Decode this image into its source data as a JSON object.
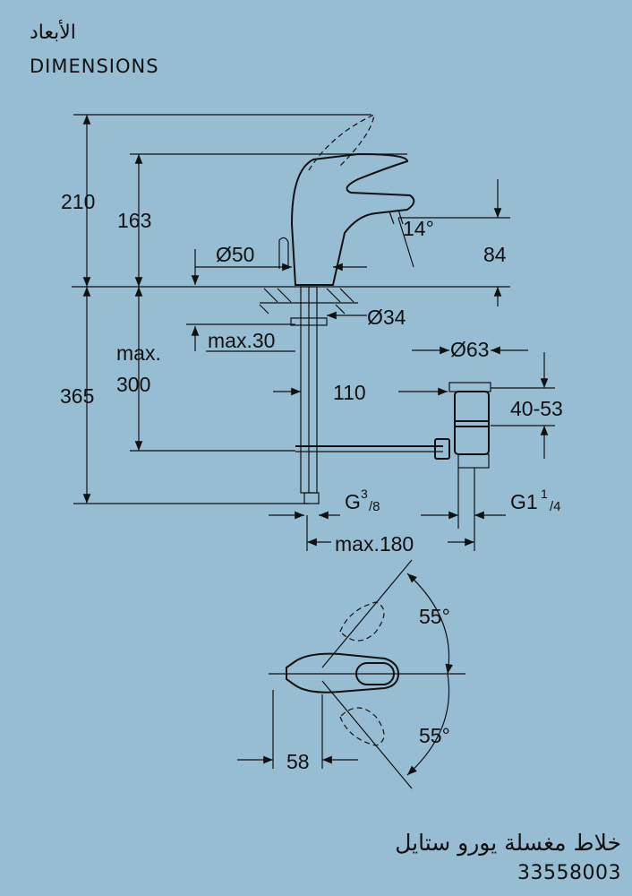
{
  "header": {
    "title_ar": "الأبعاد",
    "title_en": "DIMENSIONS"
  },
  "footer": {
    "product_name_ar": "خلاط مغسلة يورو ستايل",
    "product_code": "33558003"
  },
  "drawing": {
    "dim_total_height": "210",
    "dim_spout_height": "163",
    "dim_base_diameter": "Ø50",
    "dim_spout_angle": "14°",
    "dim_spout_clearance": "84",
    "dim_hole_diameter": "Ø34",
    "dim_max_thickness": "max.30",
    "dim_drain_diameter": "Ø63",
    "dim_max_depth_label": "max.",
    "dim_max_depth_value": "300",
    "dim_below_height": "365",
    "dim_rod_offset": "110",
    "dim_drain_range": "40-53",
    "thread_g": "G",
    "thread_g_num": "3",
    "thread_g_den": "/8",
    "thread_g1": "G1",
    "thread_g1_num": "1",
    "thread_g1_den": "/4",
    "dim_max_width": "max.180",
    "dim_angle_top": "55°",
    "dim_angle_bottom": "55°",
    "dim_handle_length": "58"
  }
}
